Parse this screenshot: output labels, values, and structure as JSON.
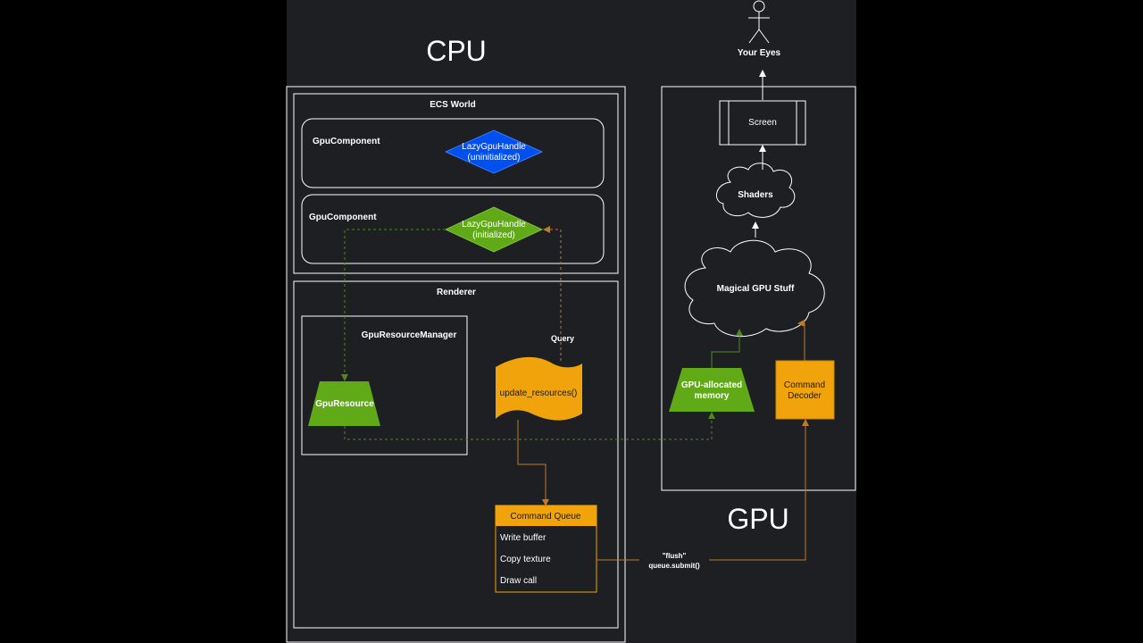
{
  "colors": {
    "background": "#000000",
    "canvas": "#1e1f23",
    "outline": "#ffffff",
    "blue": "#0050ef",
    "green": "#60a917",
    "orange": "#f0a30a",
    "arrow_orange": "#c07a2e",
    "arrow_green": "#4d8a1b"
  },
  "titles": {
    "cpu": "CPU",
    "gpu": "GPU"
  },
  "actor": {
    "label": "Your Eyes"
  },
  "ecs_world": {
    "title": "ECS World",
    "component_1": {
      "label": "GpuComponent",
      "handle": [
        "LazyGpuHandle",
        "(uninitialized)"
      ]
    },
    "component_2": {
      "label": "GpuComponent",
      "handle": [
        "LazyGpuHandle",
        "(initialized)"
      ]
    }
  },
  "renderer": {
    "title": "Renderer",
    "resource_manager": {
      "title": "GpuResourceManager",
      "resource": "GpuResource"
    },
    "query_label": "Query",
    "update_fn": "update_resources()",
    "command_queue": {
      "title": "Command Queue",
      "items": [
        "Write buffer",
        "Copy texture",
        "Draw call"
      ]
    }
  },
  "gpu": {
    "screen": "Screen",
    "shaders": "Shaders",
    "magic": "Magical GPU Stuff",
    "memory": [
      "GPU-allocated",
      "memory"
    ],
    "decoder": [
      "Command",
      "Decoder"
    ]
  },
  "flush_label": [
    "\"flush\"",
    "queue.submit()"
  ]
}
